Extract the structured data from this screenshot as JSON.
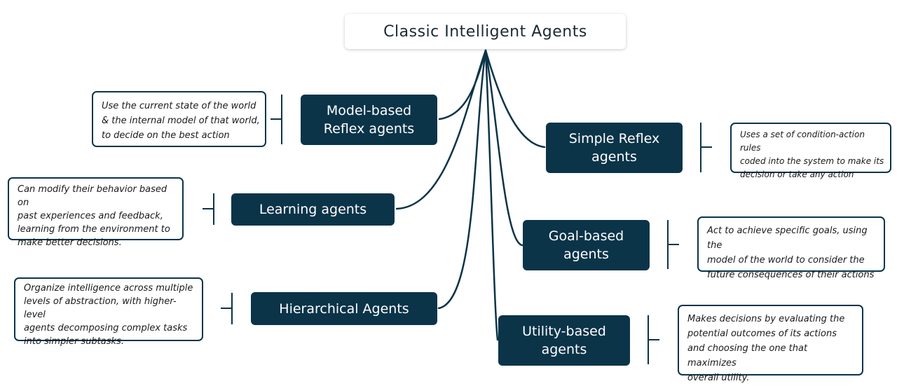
{
  "root": {
    "title": "Classic Intelligent Agents"
  },
  "nodes": {
    "model_based": "Model-based\nReflex agents",
    "learning": "Learning agents",
    "hierarchical": "Hierarchical Agents",
    "simple_reflex": "Simple Reflex\nagents",
    "goal_based": "Goal-based\nagents",
    "utility_based": "Utility-based\nagents"
  },
  "descriptions": {
    "model_based": "Use the current state of the world\n& the internal model of that world,\nto decide on the best action",
    "learning": "Can modify their behavior based on\n past experiences and feedback,\nlearning from the environment to\nmake better decisions.",
    "hierarchical": "Organize intelligence across multiple\n levels of abstraction, with higher-level\nagents decomposing complex tasks\n into simpler subtasks.",
    "simple_reflex": "Uses a set of condition-action rules\ncoded into the system to make its\ndecision or take any action",
    "goal_based": "Act to achieve specific goals,  using the\nmodel of the world to consider the\nfuture consequences of their actions",
    "utility_based": "Makes decisions by evaluating the\npotential  outcomes of its actions\nand choosing the  one that maximizes\noverall utility."
  },
  "colors": {
    "node_fill": "#0b3449",
    "connector": "#0b3449",
    "node_text": "#ffffff"
  }
}
